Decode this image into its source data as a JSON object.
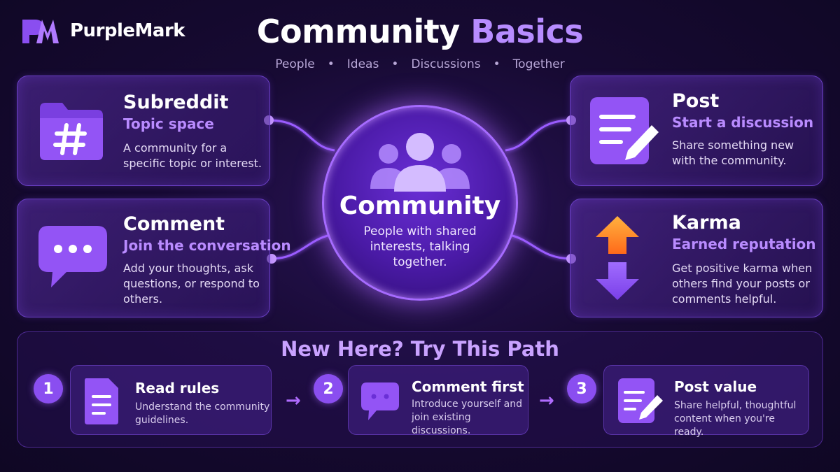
{
  "brand": {
    "name": "PurpleMark"
  },
  "header": {
    "title_part1": "Community",
    "title_part2": "Basics",
    "tagline": [
      "People",
      "Ideas",
      "Discussions",
      "Together"
    ]
  },
  "hub": {
    "title": "Community",
    "desc": "People with shared interests, talking together.",
    "icon": "people-group-icon"
  },
  "cards": {
    "subreddit": {
      "title": "Subreddit",
      "sub": "Topic space",
      "desc": "A community for a specific topic or interest.",
      "icon": "hashtag-folder-icon"
    },
    "comment": {
      "title": "Comment",
      "sub": "Join the conversation",
      "desc": "Add your thoughts, ask questions, or respond to others.",
      "icon": "chat-bubble-icon"
    },
    "post": {
      "title": "Post",
      "sub": "Start a discussion",
      "desc": "Share something new with the community.",
      "icon": "document-pencil-icon"
    },
    "karma": {
      "title": "Karma",
      "sub": "Earned reputation",
      "desc": "Get positive karma when others find your posts or comments helpful.",
      "icon": "updown-arrow-icon"
    }
  },
  "path": {
    "title": "New Here? Try This Path",
    "steps": [
      {
        "num": "1",
        "title": "Read rules",
        "desc": "Understand the community guidelines.",
        "icon": "document-icon"
      },
      {
        "num": "2",
        "title": "Comment first",
        "desc": "Introduce yourself and join existing discussions.",
        "icon": "chat-bubble-icon"
      },
      {
        "num": "3",
        "title": "Post value",
        "desc": "Share helpful, thoughtful content when you're ready.",
        "icon": "document-pencil-icon"
      }
    ]
  },
  "colors": {
    "accent": "#b78cff",
    "card_border": "#6a3fc4",
    "background": "#170a33",
    "karma_up": "#ff8a1f",
    "karma_down": "#9a6bff"
  }
}
